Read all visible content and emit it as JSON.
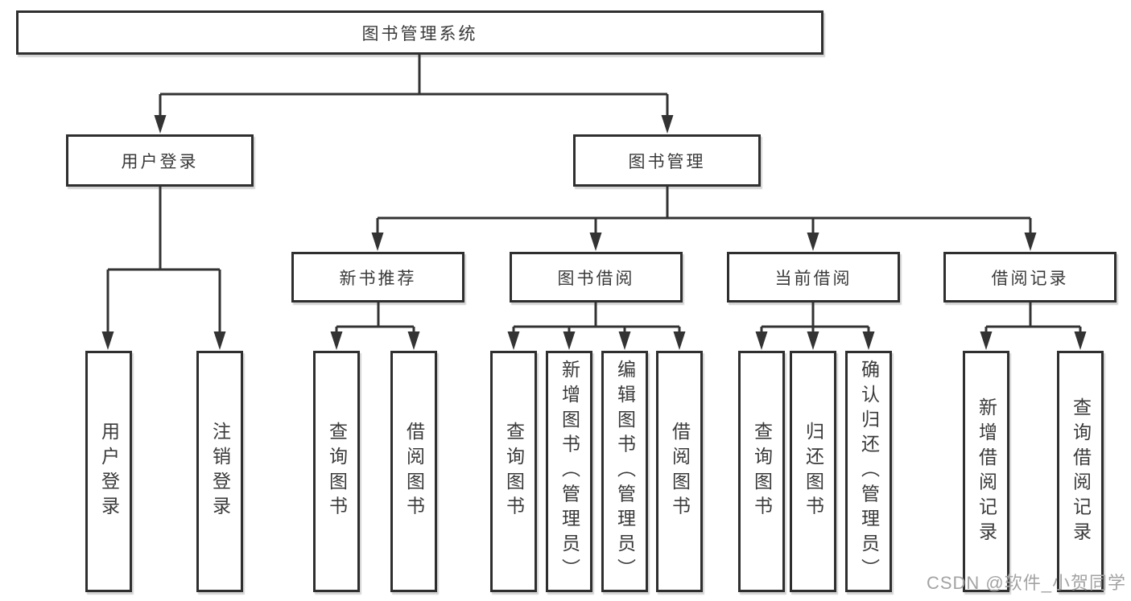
{
  "diagram_type": "hierarchy-tree",
  "tree": {
    "root": {
      "label": "图书管理系统",
      "children": [
        {
          "label": "用户登录",
          "children": [
            {
              "label": "用户登录"
            },
            {
              "label": "注销登录"
            }
          ]
        },
        {
          "label": "图书管理",
          "children": [
            {
              "label": "新书推荐",
              "children": [
                {
                  "label": "查询图书"
                },
                {
                  "label": "借阅图书"
                }
              ]
            },
            {
              "label": "图书借阅",
              "children": [
                {
                  "label": "查询图书"
                },
                {
                  "label": "新增图书（管理员）"
                },
                {
                  "label": "编辑图书（管理员）"
                },
                {
                  "label": "借阅图书"
                }
              ]
            },
            {
              "label": "当前借阅",
              "children": [
                {
                  "label": "查询图书"
                },
                {
                  "label": "归还图书"
                },
                {
                  "label": "确认归还（管理员）"
                }
              ]
            },
            {
              "label": "借阅记录",
              "children": [
                {
                  "label": "新增借阅记录"
                },
                {
                  "label": "查询借阅记录"
                }
              ]
            }
          ]
        }
      ]
    }
  },
  "watermark": {
    "text": "CSDN @软件_小贺同学",
    "color": "#a3a3a3"
  },
  "colors": {
    "line": "#333333",
    "box_border": "#2f2f2f",
    "text": "#3a3a3a",
    "background": "#ffffff"
  }
}
